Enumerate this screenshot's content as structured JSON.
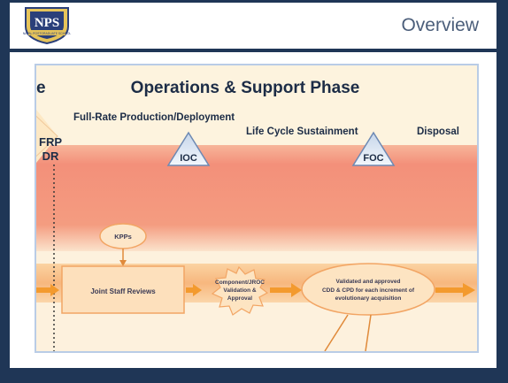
{
  "header": {
    "title": "Overview",
    "logo_text": "NPS",
    "logo_sub": "NAVAL POSTGRADUATE SCHOOL"
  },
  "diagram": {
    "edge_letter": "e",
    "phase_title": "Operations & Support Phase",
    "frp_line1": "FRP",
    "frp_line2": "DR",
    "full_rate_label": "Full-Rate Production/Deployment",
    "life_cycle_label": "Life Cycle Sustainment",
    "disposal_label": "Disposal",
    "ioc_label": "IOC",
    "foc_label": "FOC",
    "kpps_label": "KPPs",
    "joint_staff_label": "Joint Staff Reviews",
    "jroc_line1": "Component/JROC",
    "jroc_line2": "Validation &",
    "jroc_line3": "Approval",
    "validated_line1": "Validated and approved",
    "validated_line2": "CDD & CPD for each increment of",
    "validated_line3": "evolutionary acquisition"
  },
  "colors": {
    "frame": "#1f3656",
    "diagram_border": "#b9cce6",
    "band": "#f48f78",
    "arrow": "#f29a36",
    "box_fill": "#fde0bc",
    "box_stroke": "#f2a564",
    "title_text": "#1c2c46"
  }
}
